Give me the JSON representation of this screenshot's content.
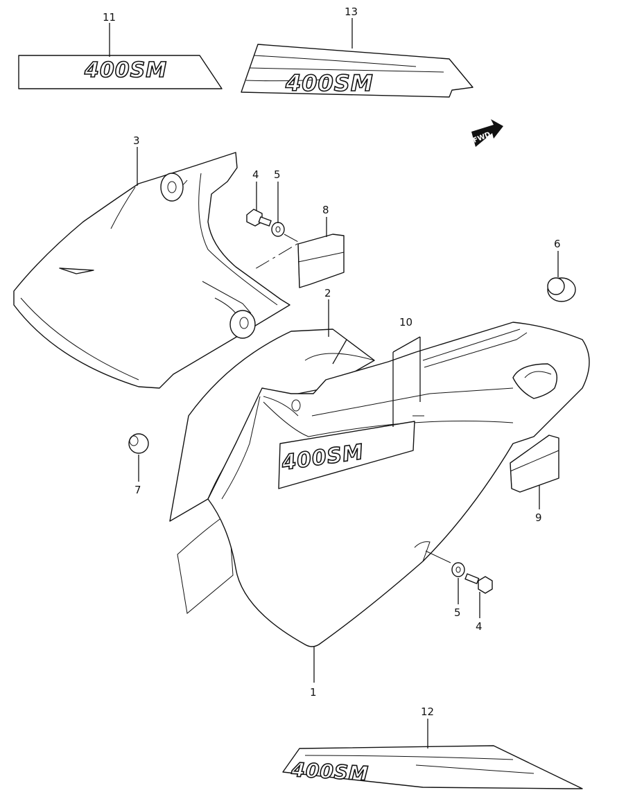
{
  "diagram": {
    "callouts": {
      "c1": "1",
      "c2": "2",
      "c3": "3",
      "c4a": "4",
      "c4b": "4",
      "c5a": "5",
      "c5b": "5",
      "c6": "6",
      "c7": "7",
      "c8": "8",
      "c9": "9",
      "c10": "10",
      "c11": "11",
      "c12": "12",
      "c13": "13"
    },
    "emblem_text": {
      "e11": "400SM",
      "e13": "400SM",
      "e1": "400SM",
      "e12": "400SM"
    },
    "direction_marker": "FWD"
  }
}
